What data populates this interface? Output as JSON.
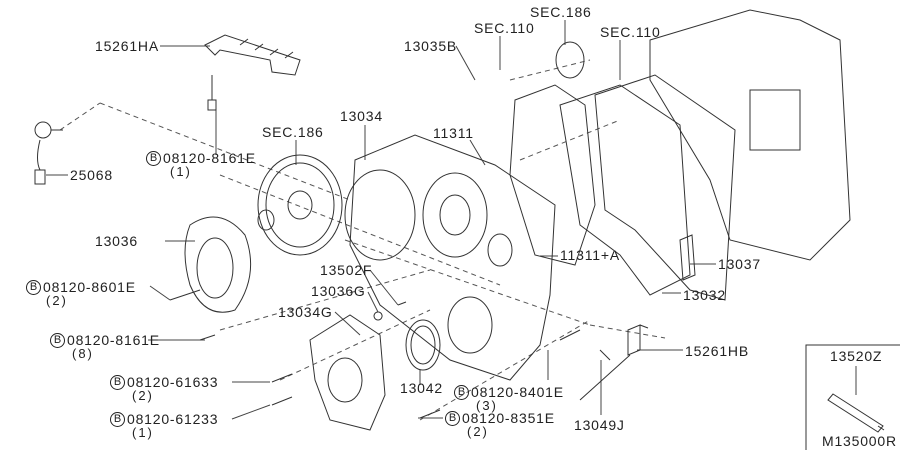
{
  "parts": {
    "p15261HA": "15261HA",
    "p25068": "25068",
    "sec186_a": "SEC.186",
    "p13034": "13034",
    "p11311": "11311",
    "p13035B": "13035B",
    "sec110_a": "SEC.110",
    "sec186_b": "SEC.186",
    "sec110_b": "SEC.110",
    "p11311A": "11311+A",
    "p13037": "13037",
    "p13032": "13032",
    "p13036": "13036",
    "p13502F": "13502F",
    "p13036G": "13036G",
    "p13034G": "13034G",
    "p13042": "13042",
    "p13049J": "13049J",
    "p15261HB": "15261HB",
    "p13520Z": "13520Z"
  },
  "bolts": [
    {
      "mark": "B",
      "part": "08120-8161E",
      "qty": "(1)"
    },
    {
      "mark": "B",
      "part": "08120-8601E",
      "qty": "(2)"
    },
    {
      "mark": "B",
      "part": "08120-8161E",
      "qty": "(8)"
    },
    {
      "mark": "B",
      "part": "08120-61633",
      "qty": "(2)"
    },
    {
      "mark": "B",
      "part": "08120-61233",
      "qty": "(1)"
    },
    {
      "mark": "B",
      "part": "08120-8401E",
      "qty": "(3)"
    },
    {
      "mark": "B",
      "part": "08120-8351E",
      "qty": "(2)"
    }
  ],
  "diagram_code": "M135000R"
}
